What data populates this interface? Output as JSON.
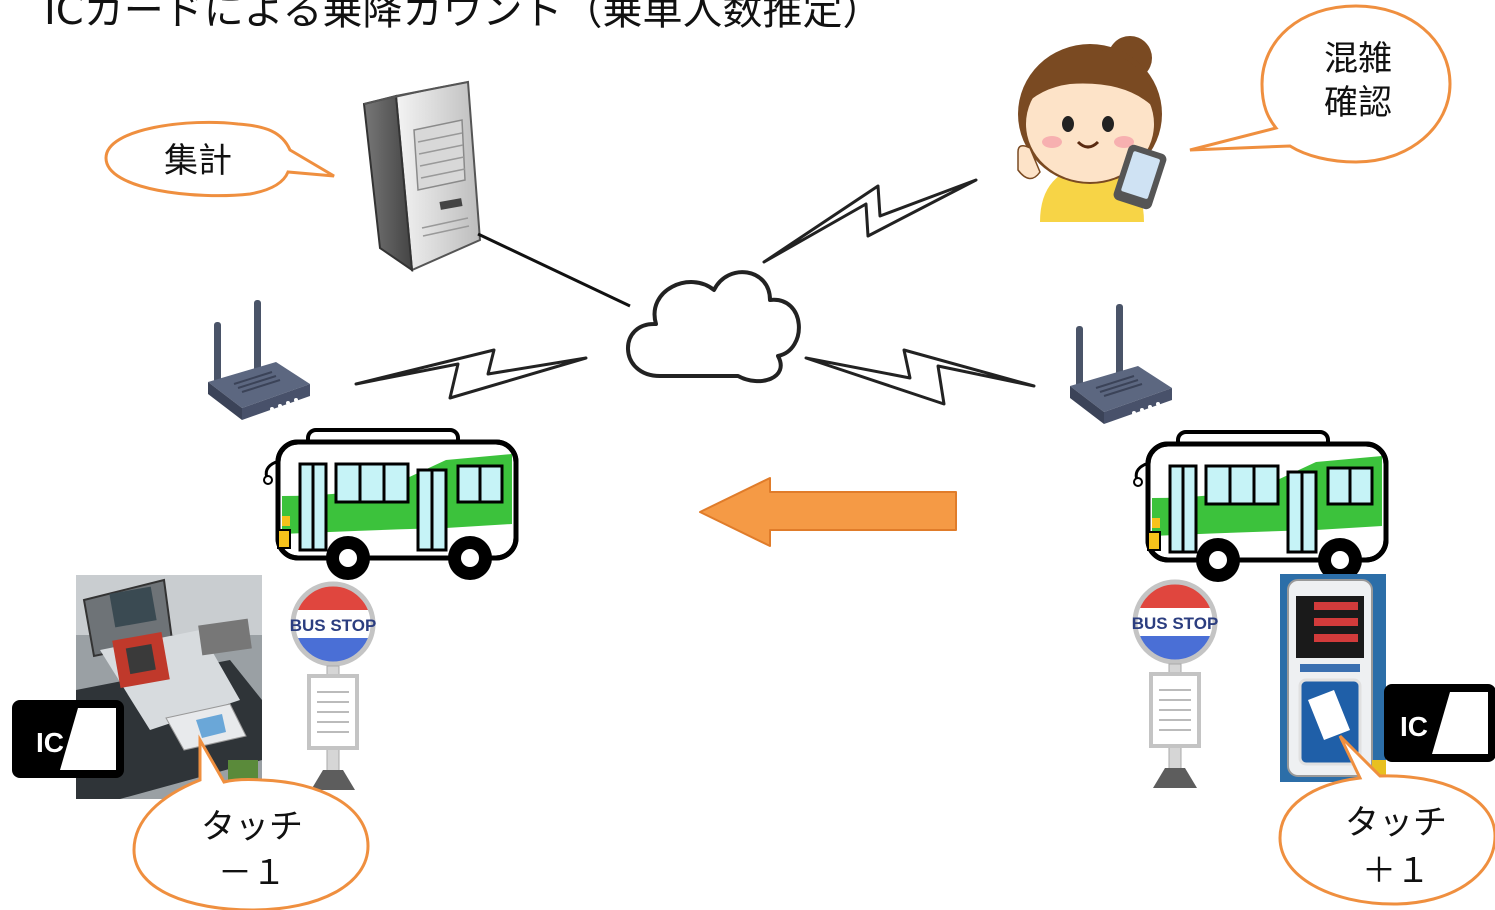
{
  "title": "ICカードによる乗降カウント（乗車人数推定）",
  "callouts": {
    "aggregate": "集計",
    "check_line1": "混雑",
    "check_line2": "確認",
    "touch_left_line1": "タッチ",
    "touch_left_line2": "－１",
    "touch_right_line1": "タッチ",
    "touch_right_line2": "＋１"
  },
  "labels": {
    "bus_stop_left": "BUS STOP",
    "bus_stop_right": "BUS STOP",
    "ic_left": "IC",
    "ic_right": "IC"
  },
  "colors": {
    "callout_border": "#ef8f3f",
    "arrow_fill": "#f59a45",
    "bus_green": "#3cc23c",
    "bus_window": "#c6f3f7",
    "stop_red": "#e0463e",
    "stop_blue": "#4a6fd6",
    "router": "#4a5468"
  }
}
